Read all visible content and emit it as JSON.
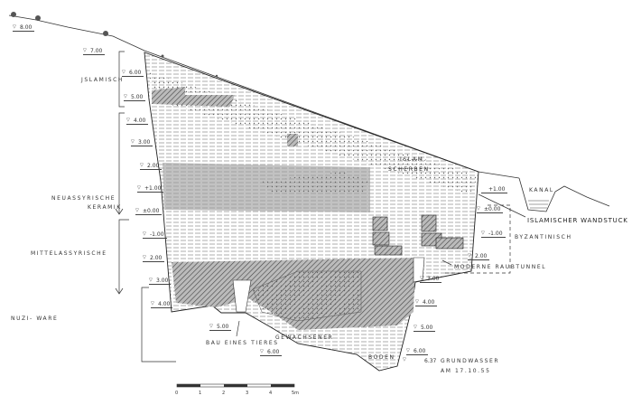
{
  "levels_left": [
    "8.00",
    "7.00",
    "6.00",
    "5.00",
    "4.00",
    "3.00",
    "2.00",
    "+1.00",
    "±0.00",
    "-1.00",
    "2.00",
    "3.00",
    "4.00",
    "5.00",
    "6.00"
  ],
  "levels_right": [
    "+1.00",
    "±0.00",
    "-1.00",
    "2.00",
    "3.00",
    "4.00",
    "5.00",
    "6.00",
    "6.37"
  ],
  "periods": {
    "islamisch": "JSLAMISCH",
    "neuassyrische": "NEUASSYRISCHE",
    "keramik": "KERAMIK",
    "mittelassyrische": "MITTELASSYRISCHE",
    "nuzi": "NUZI- WARE",
    "byzantinisch": "BYZANTINISCH"
  },
  "annotations": {
    "islam": "ISLAM.",
    "scherben": "SCHERBEN",
    "kanal": "KANAL",
    "wandstuck": "ISLAMISCHER WANDSTUCK",
    "raubtunnel": "MODERNE RAUBTUNNEL",
    "bau": "BAU EINES TIERES",
    "gewachsener": "GEWACHSENER",
    "boden": "BODEN",
    "grundwasser": "GRUNDWASSER",
    "datum": "AM   17.10.55"
  },
  "scale": {
    "ticks": [
      "0",
      "1",
      "2",
      "3",
      "4",
      "5m"
    ]
  }
}
